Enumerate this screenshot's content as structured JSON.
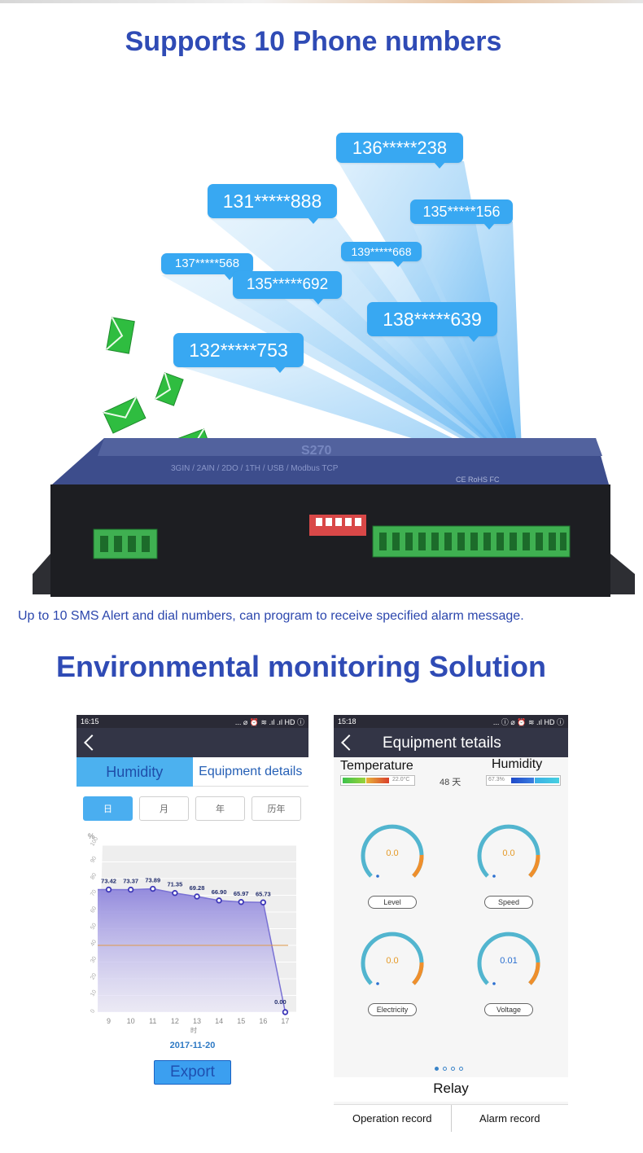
{
  "section1": {
    "title": "Supports 10 Phone numbers",
    "caption": "Up to 10 SMS Alert and dial numbers, can program to receive specified alarm message."
  },
  "phone_numbers": [
    "136*****238",
    "131*****888",
    "135*****156",
    "139*****668",
    "137*****568",
    "135*****692",
    "138*****639",
    "132*****753"
  ],
  "device": {
    "model_text": "S270",
    "subtitle_text": "3GIN / 2AIN / 2DO / 1TH / USB / Modbus TCP",
    "marks_text": "CE RoHS FC"
  },
  "section2": {
    "title": "Environmental monitoring Solution"
  },
  "phone1": {
    "time": "16:15",
    "status_icons": "... ⌀ ⏰ ≋ .ıl .ıl HD ⓘ",
    "tabs": [
      "Humidity",
      "Equipment details"
    ],
    "range_buttons": [
      "日",
      "月",
      "年",
      "历年"
    ],
    "unit": "%",
    "x_axis_unit": "时",
    "date": "2017-11-20",
    "export_label": "Export"
  },
  "chart_data": {
    "type": "area",
    "title": "",
    "ylabel": "%",
    "xlabel": "时",
    "x": [
      9,
      10,
      11,
      12,
      13,
      14,
      15,
      16,
      17
    ],
    "series": [
      {
        "values": [
          73.42,
          73.37,
          73.89,
          71.35,
          69.28,
          66.9,
          65.97,
          65.73,
          0.0
        ]
      }
    ],
    "data_labels": [
      "73.42",
      "73.37",
      "73.89",
      "71.35",
      "69.28",
      "66.90",
      "65.97",
      "65.73",
      "0.00"
    ],
    "y_ticks": [
      0,
      10,
      20,
      30,
      40,
      50,
      60,
      70,
      80,
      90,
      100
    ],
    "ylim": [
      0,
      100
    ],
    "threshold_line": 40,
    "grid": true,
    "colors": {
      "area": "#8f86dc",
      "line": "#3d37b8",
      "threshold": "#e09a4a"
    }
  },
  "phone2": {
    "time": "15:18",
    "status_icons": "... ⓘ ⌀ ⏰ ≋ .ıl HD ⓘ",
    "title": "Equipment tetails",
    "temperature_label": "Temperature",
    "temperature_value": "22.0°C",
    "days": "48 天",
    "humidity_label": "Humidity",
    "humidity_value": "67.3%",
    "gauges": [
      {
        "label": "Level",
        "value": "0.0",
        "value_color": "#e59a27"
      },
      {
        "label": "Speed",
        "value": "0.0",
        "value_color": "#e59a27"
      },
      {
        "label": "Electricity",
        "value": "0.0",
        "value_color": "#e59a27"
      },
      {
        "label": "Voltage",
        "value": "0.01",
        "value_color": "#2a6fd0"
      }
    ],
    "relay_label": "Relay",
    "bottom_tabs": [
      "Operation record",
      "Alarm record"
    ]
  }
}
